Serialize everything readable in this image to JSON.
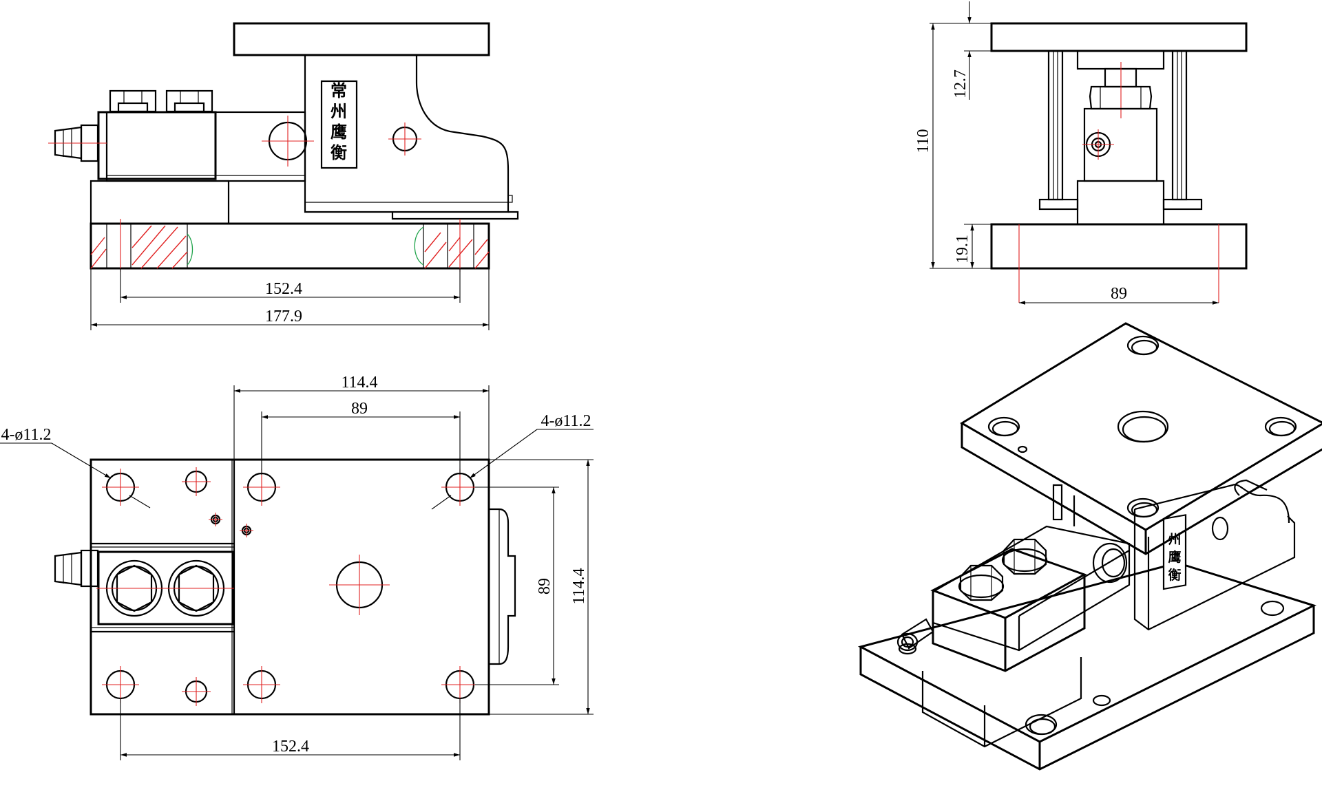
{
  "front_view": {
    "brand_chars": [
      "常",
      "州",
      "鹰",
      "衡"
    ],
    "dim_hole_spacing": "152.4",
    "dim_overall_length": "177.9"
  },
  "side_view": {
    "dim_total_height": "110",
    "dim_top_plate": "12.7",
    "dim_base_plate": "19.1",
    "dim_hole_spacing": "89"
  },
  "top_view": {
    "dim_top_width": "114.4",
    "dim_top_holes": "89",
    "hole_note_left": "4-ø11.2",
    "hole_note_right": "4-ø11.2",
    "dim_right_holes": "89",
    "dim_right_width": "114.4",
    "dim_bottom_holes": "152.4"
  },
  "iso_view": {
    "brand_chars": [
      "州",
      "鹰",
      "衡"
    ]
  }
}
